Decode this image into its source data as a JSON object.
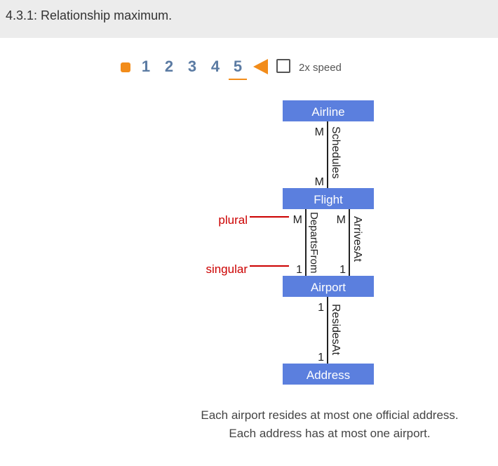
{
  "header": {
    "title": "4.3.1: Relationship maximum."
  },
  "controls": {
    "steps": [
      "1",
      "2",
      "3",
      "4",
      "5"
    ],
    "active_step": "5",
    "speed_label": "2x speed"
  },
  "colors": {
    "entity_fill": "#5b7fde",
    "accent": "#f28c1a",
    "annotation": "#cc0000",
    "step_text": "#5b7ba3"
  },
  "diagram": {
    "entities": {
      "airline": "Airline",
      "flight": "Flight",
      "airport": "Airport",
      "address": "Address"
    },
    "relationships": {
      "schedules": {
        "name": "Schedules",
        "top_card": "M",
        "bottom_card": "M"
      },
      "departs_from": {
        "name": "DepartsFrom",
        "top_card": "M",
        "bottom_card": "1"
      },
      "arrives_at": {
        "name": "ArrivesAt",
        "top_card": "M",
        "bottom_card": "1"
      },
      "resides_at": {
        "name": "ResidesAt",
        "top_card": "1",
        "bottom_card": "1"
      }
    },
    "annotations": {
      "plural": "plural",
      "singular": "singular"
    }
  },
  "caption": {
    "line1": "Each airport resides at most one official address.",
    "line2": "Each address has at most one airport."
  }
}
